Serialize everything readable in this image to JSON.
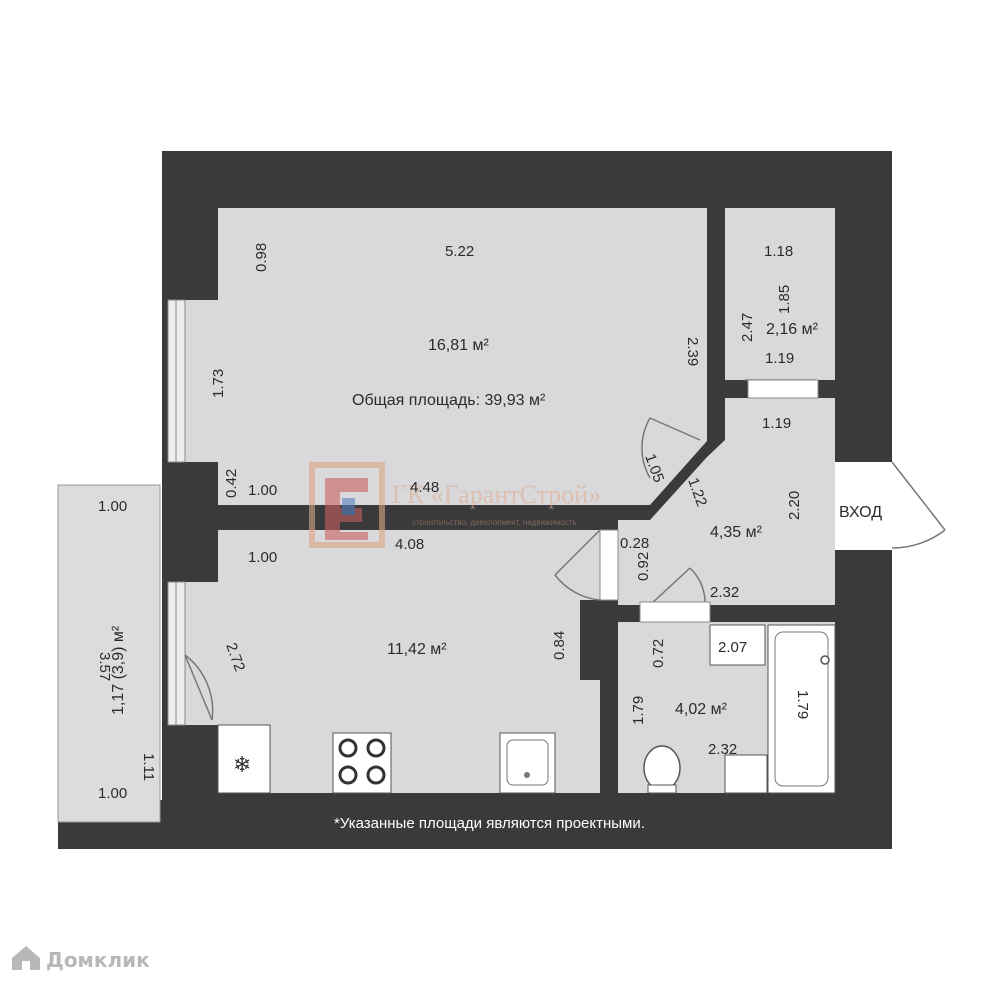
{
  "plan": {
    "total_area": "Общая площадь: 39,93 м²",
    "footnote": "*Указанные площади являются проектными.",
    "entrance": "ВХОД"
  },
  "rooms": {
    "living": {
      "area": "16,81 м²",
      "dims": [
        "5.22",
        "0.98",
        "2.39",
        "1.73",
        "0.42",
        "1.00",
        "4.48"
      ]
    },
    "storage": {
      "area": "2,16 м²",
      "dims": [
        "1.18",
        "1.85",
        "2.47",
        "1.19"
      ]
    },
    "hall": {
      "area": "4,35 м²",
      "dims": [
        "1.19",
        "1.05",
        "1.22",
        "2.20",
        "0.28",
        "0.92",
        "2.32"
      ]
    },
    "kitchen": {
      "area": "11,42 м²",
      "dims": [
        "1.00",
        "4.08",
        "0.84",
        "2.72"
      ]
    },
    "bathroom": {
      "area": "4,02 м²",
      "dims": [
        "0.72",
        "2.07",
        "1.79",
        "1.79",
        "2.32"
      ]
    },
    "balcony": {
      "area": "1,17 (3,9) м²",
      "dims": [
        "1.00",
        "3.57",
        "1.11",
        "1.00"
      ]
    }
  },
  "watermark": {
    "company": "ГК «ГарантСтрой»",
    "tagline": "строительство, девелопмент, недвижимость"
  },
  "brand": {
    "name": "Домклик"
  },
  "colors": {
    "wall": "#3a3a3c",
    "floor": "#d9d9db",
    "balcony": "#dcdcde"
  }
}
